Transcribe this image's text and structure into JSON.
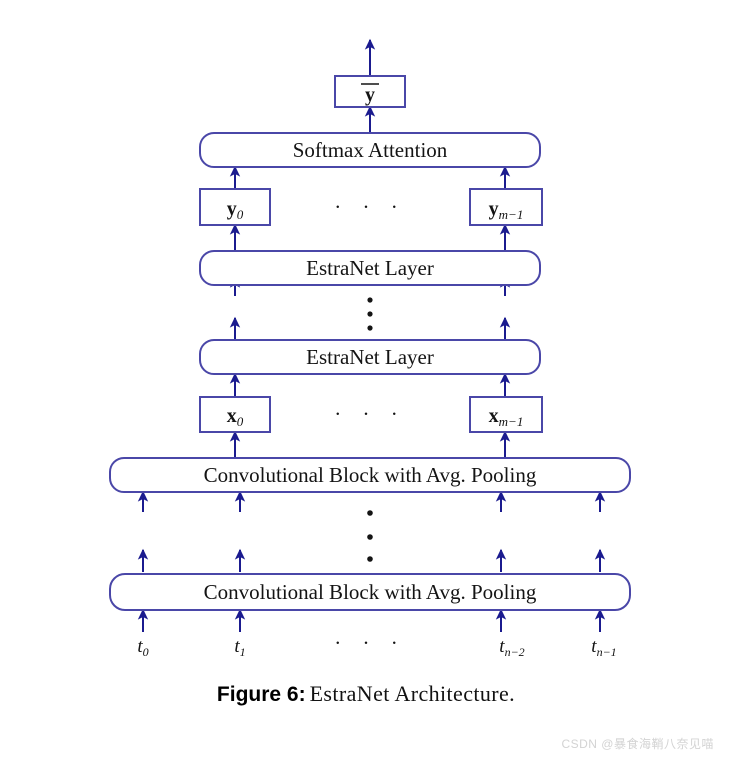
{
  "figure": {
    "caption_tag": "Figure 6:",
    "caption_text": "EstraNet Architecture.",
    "watermark": "CSDN @暴食海鞘八奈见喵",
    "colors": {
      "box_stroke": "#4a47a8",
      "arrow": "#1b1b8f",
      "text": "#141414",
      "background": "#ffffff",
      "watermark": "#d3d3d3"
    }
  },
  "nodes": {
    "output": {
      "label": "y",
      "accent": "overbar",
      "shape": "rect"
    },
    "softmax_attention": {
      "label": "Softmax Attention",
      "shape": "rounded-rect"
    },
    "y_first": {
      "label": "y",
      "subscript": "0",
      "shape": "rect"
    },
    "y_last": {
      "label": "y",
      "subscript": "m−1",
      "shape": "rect"
    },
    "estranet_layer_top": {
      "label": "EstraNet Layer",
      "shape": "rounded-rect"
    },
    "estranet_layer_bottom": {
      "label": "EstraNet Layer",
      "shape": "rounded-rect"
    },
    "x_first": {
      "label": "x",
      "subscript": "0",
      "shape": "rect"
    },
    "x_last": {
      "label": "x",
      "subscript": "m−1",
      "shape": "rect"
    },
    "conv_block_top": {
      "label": "Convolutional Block with Avg. Pooling",
      "shape": "rounded-rect"
    },
    "conv_block_bottom": {
      "label": "Convolutional Block with Avg. Pooling",
      "shape": "rounded-rect"
    }
  },
  "inputs": [
    {
      "label": "t",
      "subscript": "0"
    },
    {
      "label": "t",
      "subscript": "1"
    },
    {
      "label": "t",
      "subscript": "n−2"
    },
    {
      "label": "t",
      "subscript": "n−1"
    }
  ],
  "ellipses": {
    "horizontal_y": "· · ·",
    "horizontal_x": "· · ·",
    "horizontal_inputs": "· · ·",
    "vertical_estranet": "⋮",
    "vertical_conv": "⋮"
  }
}
